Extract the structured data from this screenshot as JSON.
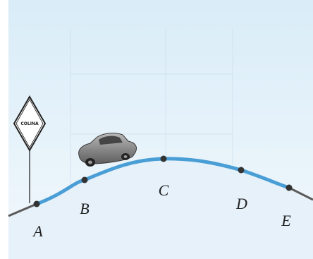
{
  "sign": {
    "text": "COLINA"
  },
  "points": [
    {
      "label": "A"
    },
    {
      "label": "B"
    },
    {
      "label": "C"
    },
    {
      "label": "D"
    },
    {
      "label": "E"
    }
  ],
  "colors": {
    "sky_top": "#d7ebf7",
    "sky_bottom": "#eef6fb",
    "hill_line": "#4a9ed6",
    "road": "#555555",
    "point": "#333333",
    "car_body": "#8a8a8a"
  },
  "icons": {
    "vehicle": "car-icon",
    "sign": "road-sign-icon"
  }
}
